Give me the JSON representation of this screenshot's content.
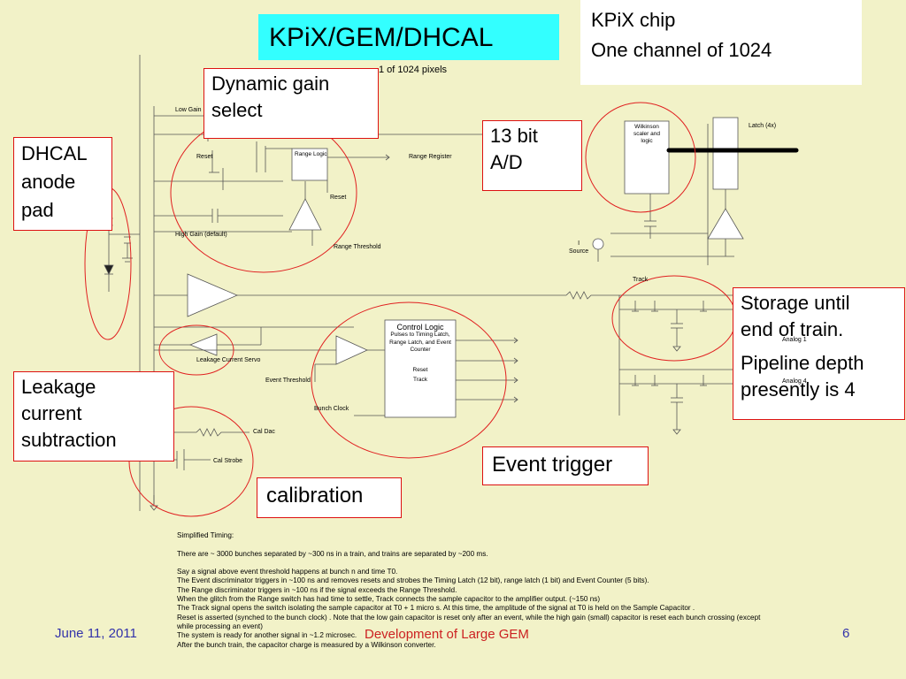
{
  "title": "KPiX/GEM/DHCAL",
  "kpix": {
    "line1": "KPiX chip",
    "line2": "One channel of 1024"
  },
  "pixels_label": "1 of 1024 pixels",
  "callouts": {
    "dynamic_gain": [
      "Dynamic gain",
      "select"
    ],
    "ad": [
      "13 bit",
      "A/D"
    ],
    "dhcal": [
      "DHCAL",
      "anode",
      "pad"
    ],
    "leakage": [
      "Leakage",
      "current",
      "subtraction"
    ],
    "calibration": "calibration",
    "event_trigger": "Event trigger",
    "storage": [
      "Storage until",
      "end of train.",
      "Pipeline depth",
      "presently is 4"
    ]
  },
  "schematic": {
    "low_gain": "Low Gain",
    "reset_left": "Reset",
    "range_logic": "Range Logic",
    "range_register": "Range Register",
    "reset_right": "Reset",
    "high_gain": "High Gain (default)",
    "range_threshold": "Range Threshold",
    "wilkinson": [
      "Wilkinson",
      "scaler  and",
      "logic"
    ],
    "latch": "Latch  (4x)",
    "i_source": [
      "I",
      "Source"
    ],
    "track": "Track",
    "analog1": "Analog 1",
    "analog4": "Analog 4",
    "control_logic": "Control Logic",
    "control_desc": [
      "Pulses to Timing Latch,",
      "Range Latch, and Event",
      "Counter"
    ],
    "ctrl_reset": "Reset",
    "ctrl_track": "Track",
    "leakage_servo": "Leakage Current Servo",
    "event_threshold": "Event Threshold",
    "bunch_clock": "Bunch Clock",
    "cal_dac": "Cal Dac",
    "cal_strobe": "Cal Strobe"
  },
  "timing_text": [
    "Simplified Timing:",
    "",
    "There are ~ 3000 bunches separated by ~300 ns in a train, and trains are separated by ~200 ms.",
    "",
    "Say a signal above event threshold happens at bunch n and time T0.",
    "The Event discriminator triggers in ~100 ns and removes resets and strobes the Timing Latch (12 bit), range latch (1 bit) and Event Counter (5 bits).",
    "The Range discriminator triggers in ~100 ns if the signal exceeds the Range Threshold.",
    "When the glitch from the Range switch has had time to settle, Track connects the sample capacitor to the amplifier output. (~150 ns)",
    "The Track signal opens the switch isolating the sample capacitor at T0 + 1 micro s. At this time, the amplitude of  the signal at T0 is held on the Sample Capacitor .",
    "Reset is asserted (synched to the bunch clock) . Note that the low gain capacitor is reset only after an event, while the high gain (small) capacitor is reset each bunch crossing (except",
    "while processing an event)",
    "The system is ready for another signal in ~1.2 microsec.",
    "After the bunch train, the capacitor charge is measured by a Wilkinson converter."
  ],
  "footer": {
    "date": "June 11, 2011",
    "center": "Development of Large GEM",
    "page": "6"
  },
  "colors": {
    "background": "#f2f2c8",
    "title_bg": "#33ffff",
    "callout_border": "#dd1111",
    "footer_date": "#3333aa",
    "footer_center": "#cc2222"
  }
}
